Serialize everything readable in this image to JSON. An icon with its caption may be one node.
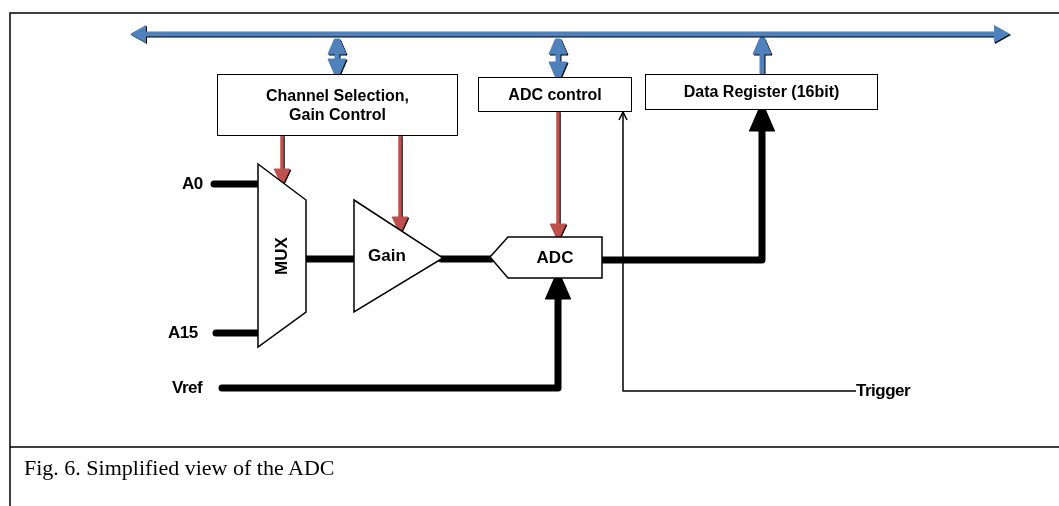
{
  "diagram": {
    "caption": "Fig. 6. Simplified view of the ADC",
    "nodes": [
      {
        "text": [],
        "shape": "bar"
      },
      {
        "text": [
          "Channel Selection, Gain Control"
        ]
      },
      {
        "text": [
          "ADC control"
        ]
      },
      {
        "text": [
          "Data Register (16bit)"
        ]
      },
      {
        "text": [
          "A0"
        ]
      },
      {
        "text": [
          "MUX"
        ]
      },
      {
        "text": [
          "Gain"
        ]
      },
      {
        "text": [
          "ADC"
        ]
      },
      {
        "text": [
          "A15"
        ]
      },
      {
        "text": [
          "Vref"
        ]
      },
      {
        "text": [
          "Trigger"
        ]
      }
    ],
    "edges": [
      {
        "from": 0,
        "to": 1,
        "arrow": "both",
        "color": "#4f81bd"
      },
      {
        "from": 0,
        "to": 2,
        "arrow": "both",
        "color": "#4f81bd"
      },
      {
        "from": 3,
        "to": 0,
        "arrow": "to",
        "color": "#4f81bd"
      },
      {
        "from": 1,
        "to": 5,
        "arrow": "to",
        "color": "#c0504d"
      },
      {
        "from": 1,
        "to": 6,
        "arrow": "to",
        "color": "#c0504d"
      },
      {
        "from": 2,
        "to": 7,
        "arrow": "to",
        "color": "#c0504d"
      },
      {
        "from": 4,
        "to": 5,
        "arrow": "none"
      },
      {
        "from": 8,
        "to": 5,
        "arrow": "none"
      },
      {
        "from": 5,
        "to": 6,
        "arrow": "none"
      },
      {
        "from": 6,
        "to": 7,
        "arrow": "none"
      },
      {
        "from": 7,
        "to": 3,
        "arrow": "to"
      },
      {
        "from": 9,
        "to": 7,
        "arrow": "to"
      },
      {
        "from": 10,
        "to": 2,
        "arrow": "to"
      }
    ]
  }
}
